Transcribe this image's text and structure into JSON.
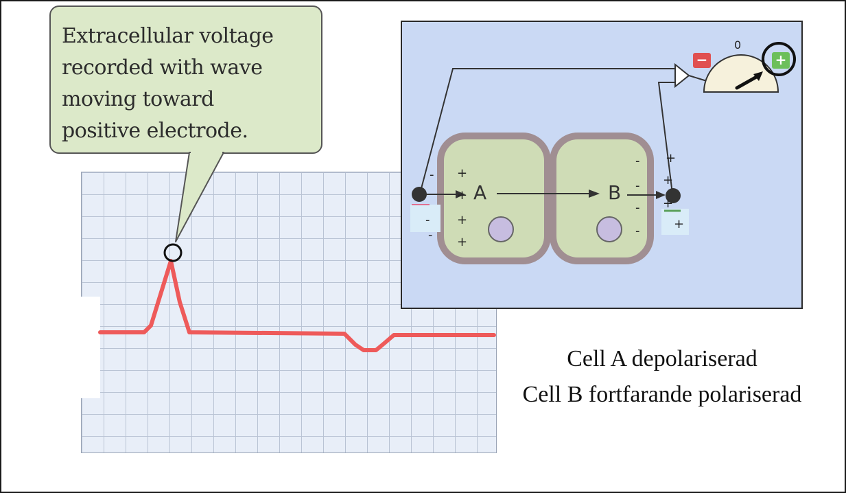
{
  "callout": {
    "lines": [
      "Extracellular voltage",
      "recorded with wave",
      "moving toward",
      "positive electrode."
    ]
  },
  "diagram": {
    "cell_a_label": "A",
    "cell_b_label": "B",
    "gauge_zero": "0",
    "minus_symbol": "−",
    "plus_symbol": "+",
    "sign_plus": "+",
    "sign_minus": "-"
  },
  "caption": {
    "line1": "Cell A depolariserad",
    "line2": "Cell B fortfarande polariserad"
  },
  "colors": {
    "trace": "#ee5a5a",
    "cell_fill": "#cfdcb6",
    "cell_border": "#a08e92",
    "panel_bg": "#cad9f4",
    "nucleus": "#c7bde0"
  }
}
